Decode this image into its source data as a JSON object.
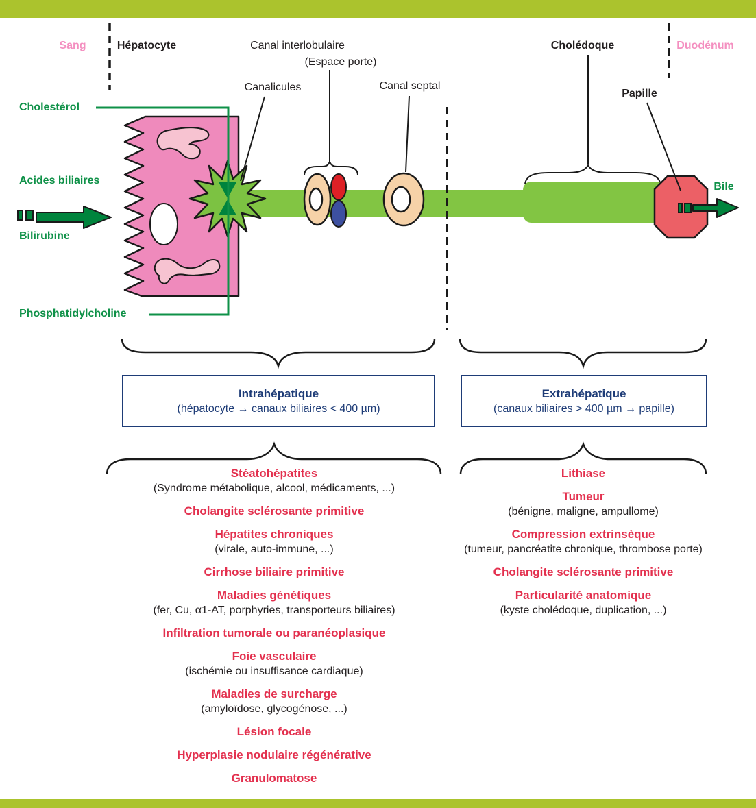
{
  "figure": {
    "sang": "Sang",
    "hepatocyte": "Hépatocyte",
    "canal_interlobulaire": "Canal interlobulaire",
    "espace_porte": "(Espace porte)",
    "canalicules": "Canalicules",
    "canal_septal": "Canal septal",
    "choledoque": "Cholédoque",
    "papille": "Papille",
    "duodenum": "Duodénum",
    "bile": "Bile",
    "cholesterol": "Cholestérol",
    "acides_biliaires": "Acides biliaires",
    "bilirubine": "Bilirubine",
    "phosphatidylcholine": "Phosphatidylcholine"
  },
  "boxes": {
    "intrahepatic": {
      "title": "Intrahépatique",
      "subtitle": "(hépatocyte → canaux biliaires < 400 µm)"
    },
    "extrahepatic": {
      "title": "Extrahépatique",
      "subtitle": "(canaux biliaires > 400 µm → papille)"
    }
  },
  "lists": {
    "intrahepatic": {
      "items": [
        {
          "title": "Stéatohépatites",
          "subtitle": "(Syndrome métabolique, alcool, médicaments, ...)"
        },
        {
          "title": "Cholangite sclérosante primitive"
        },
        {
          "title": "Hépatites chroniques",
          "subtitle": "(virale, auto-immune, ...)"
        },
        {
          "title": "Cirrhose biliaire primitive"
        },
        {
          "title": "Maladies génétiques",
          "subtitle": "(fer, Cu, α1-AT, porphyries, transporteurs biliaires)"
        },
        {
          "title": "Infiltration tumorale ou paranéoplasique"
        },
        {
          "title": "Foie vasculaire",
          "subtitle": "(ischémie ou insuffisance cardiaque)"
        },
        {
          "title": "Maladies de surcharge",
          "subtitle": "(amyloïdose, glycogénose, ...)"
        },
        {
          "title": "Lésion focale"
        },
        {
          "title": "Hyperplasie nodulaire régénérative"
        },
        {
          "title": "Granulomatose"
        }
      ]
    },
    "extrahepatic": {
      "items": [
        {
          "title": "Lithiase"
        },
        {
          "title": "Tumeur",
          "subtitle": "(bénigne, maligne, ampullome)"
        },
        {
          "title": "Compression extrinsèque",
          "subtitle": "(tumeur, pancréatite chronique, thrombose porte)"
        },
        {
          "title": "Cholangite sclérosante primitive"
        },
        {
          "title": "Particularité anatomique",
          "subtitle": "(kyste cholédoque, duplication, ...)"
        }
      ]
    }
  },
  "colors": {
    "border_bar_green": "#abc32d",
    "duct_green": "#82c543",
    "dark_green": "#00843d",
    "label_green": "#0f9148",
    "label_pink": "#f48fc0",
    "cell_pink": "#ef8abc",
    "organelle_pink": "#f7c3d1",
    "duct_ring_peach": "#f6d2a8",
    "artery_red": "#dd2026",
    "vein_blue": "#3d50a0",
    "papilla_red": "#ec6066",
    "box_navy": "#1e3c77",
    "disease_red": "#e3304e",
    "text_black": "#231f20"
  }
}
